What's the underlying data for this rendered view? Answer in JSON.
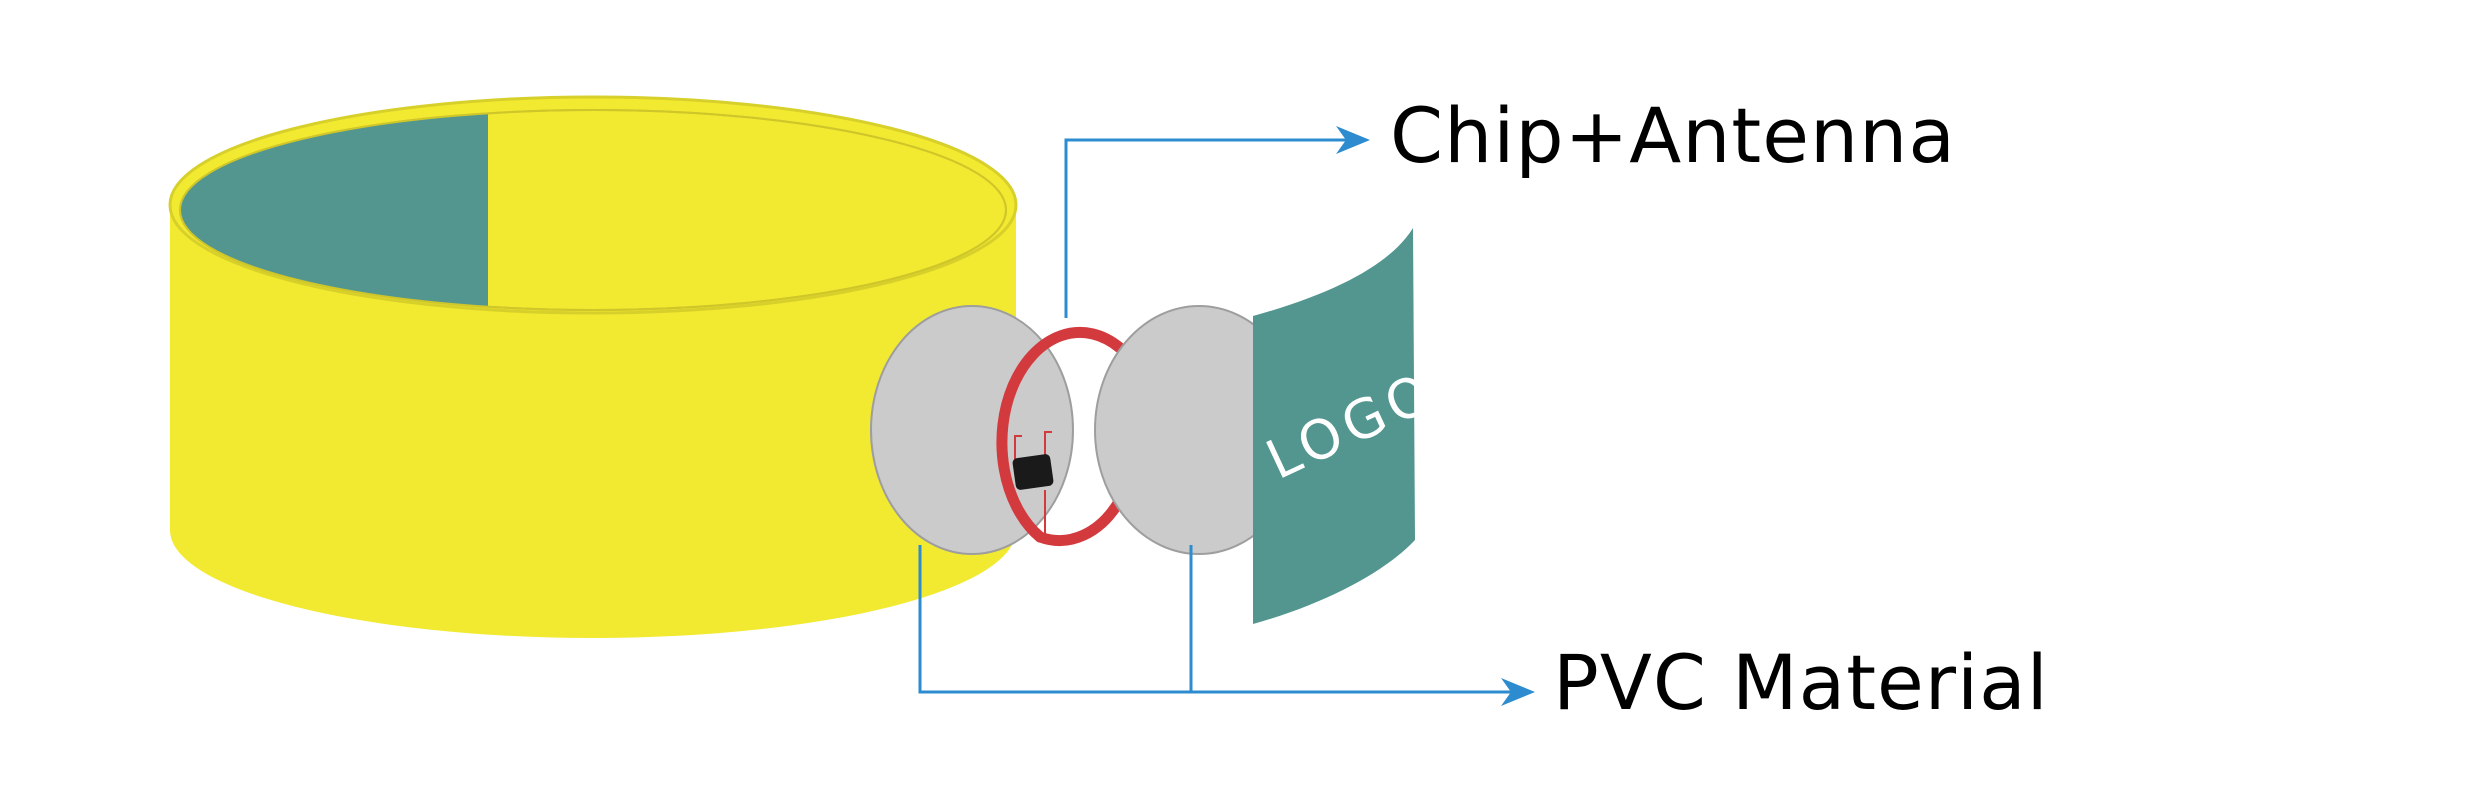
{
  "labels": {
    "chip_antenna": "Chip+Antenna",
    "pvc_material": "PVC Material",
    "logo": "LOGO"
  },
  "colors": {
    "band_yellow": "#f2e931",
    "band_inner_teal": "#52968f",
    "pvc_disc_gray": "#cbcbcb",
    "antenna_red": "#d33a3e",
    "chip_black": "#1a1a1a",
    "callout_blue": "#2d8ccf",
    "logo_panel_teal": "#52968f",
    "logo_text": "#ffffff"
  },
  "icons": {
    "wristband": "wristband-illustration",
    "chip": "chip-icon",
    "antenna": "antenna-coil-icon",
    "arrow": "arrow-right-icon"
  }
}
